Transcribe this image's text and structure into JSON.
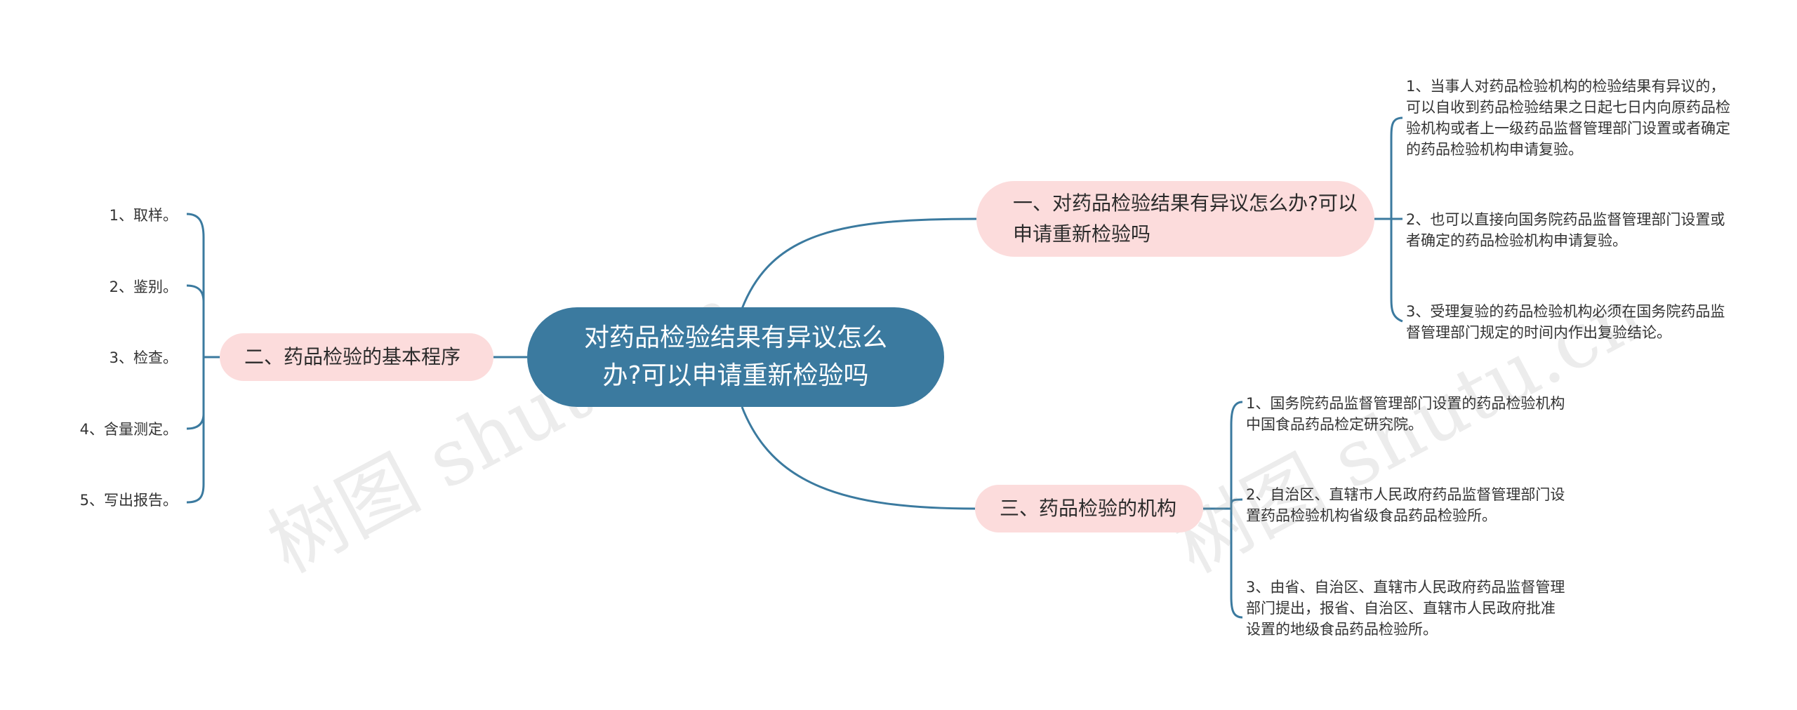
{
  "central": "对药品检验结果有异议怎么办?可以申请重新检验吗",
  "branches": [
    {
      "label": "一、对药品检验结果有异议怎么办?可以申请重新检验吗",
      "items": [
        "1、当事人对药品检验机构的检验结果有异议的，可以自收到药品检验结果之日起七日内向原药品检验机构或者上一级药品监督管理部门设置或者确定的药品检验机构申请复验。",
        "2、也可以直接向国务院药品监督管理部门设置或者确定的药品检验机构申请复验。",
        "3、受理复验的药品检验机构必须在国务院药品监督管理部门规定的时间内作出复验结论。"
      ]
    },
    {
      "label": "二、药品检验的基本程序",
      "items": [
        "1、取样。",
        "2、鉴别。",
        "3、检查。",
        "4、含量测定。",
        "5、写出报告。"
      ]
    },
    {
      "label": "三、药品检验的机构",
      "items": [
        "1、国务院药品监督管理部门设置的药品检验机构中国食品药品检定研究院。",
        "2、自治区、直辖市人民政府药品监督管理部门设置药品检验机构省级食品药品检验所。",
        "3、由省、自治区、直辖市人民政府药品监督管理部门提出，报省、自治区、直辖市人民政府批准设置的地级食品药品检验所。"
      ]
    }
  ],
  "watermark": "树图 shutu.cn",
  "colors": {
    "center": "#3b7a9f",
    "branch": "#fcdcdc",
    "line": "#3b7a9f"
  }
}
